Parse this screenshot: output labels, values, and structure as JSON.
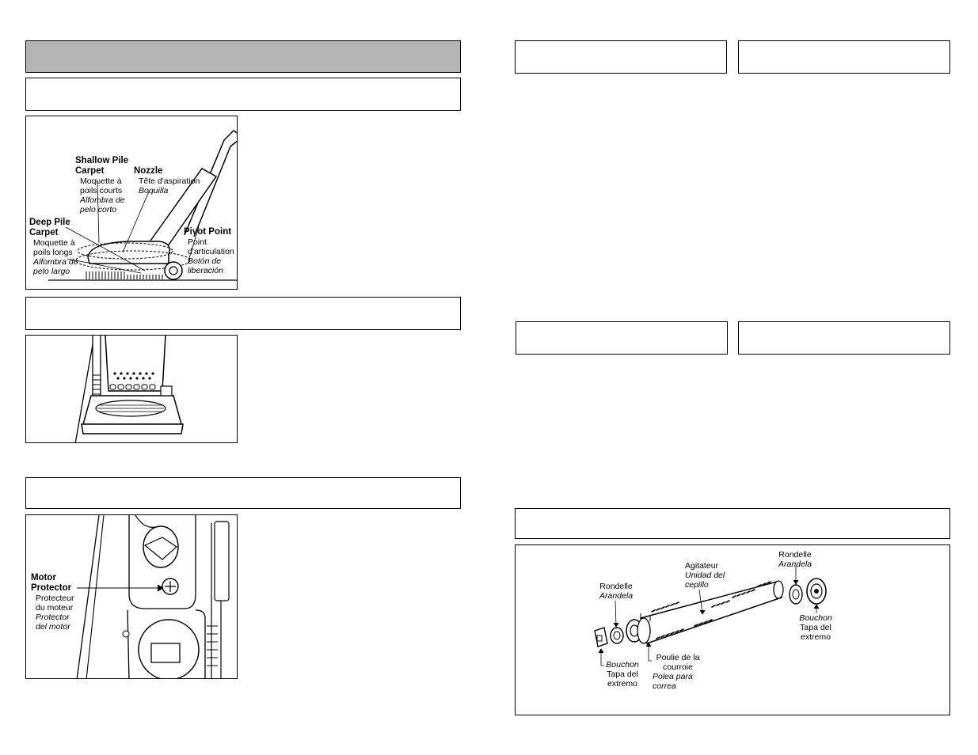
{
  "carpet_figure": {
    "shallow": {
      "title": "Shallow Pile Carpet",
      "fr": "Moquette à poils courts",
      "es": "Alfombra de pelo corto"
    },
    "nozzle": {
      "title": "Nozzle",
      "fr": "Tête d'aspiration",
      "es": "Boquilla"
    },
    "deep": {
      "title": "Deep Pile Carpet",
      "fr": "Moquette à poils longs",
      "es": "Alfombra de pelo largo"
    },
    "pivot": {
      "title": "Pivot Point",
      "fr": "Point d'articulation",
      "es": "Botón de liberación"
    }
  },
  "motor_figure": {
    "title": "Motor Protector",
    "fr": "Protecteur du moteur",
    "es": "Protector del motor"
  },
  "agitator_figure": {
    "agitator": {
      "fr": "Agitateur",
      "es": "Unidad del cepillo"
    },
    "washer_left": {
      "fr": "Rondelle",
      "es": "Arandela"
    },
    "washer_right": {
      "fr": "Rondelle",
      "es": "Arandela"
    },
    "endcap_left": {
      "fr": "Bouchon",
      "es": "Tapa del extremo"
    },
    "endcap_right": {
      "fr": "Bouchon",
      "es": "Tapa del extremo"
    },
    "pulley": {
      "fr": "Poulie de la courroie",
      "es": "Polea para correa"
    }
  }
}
